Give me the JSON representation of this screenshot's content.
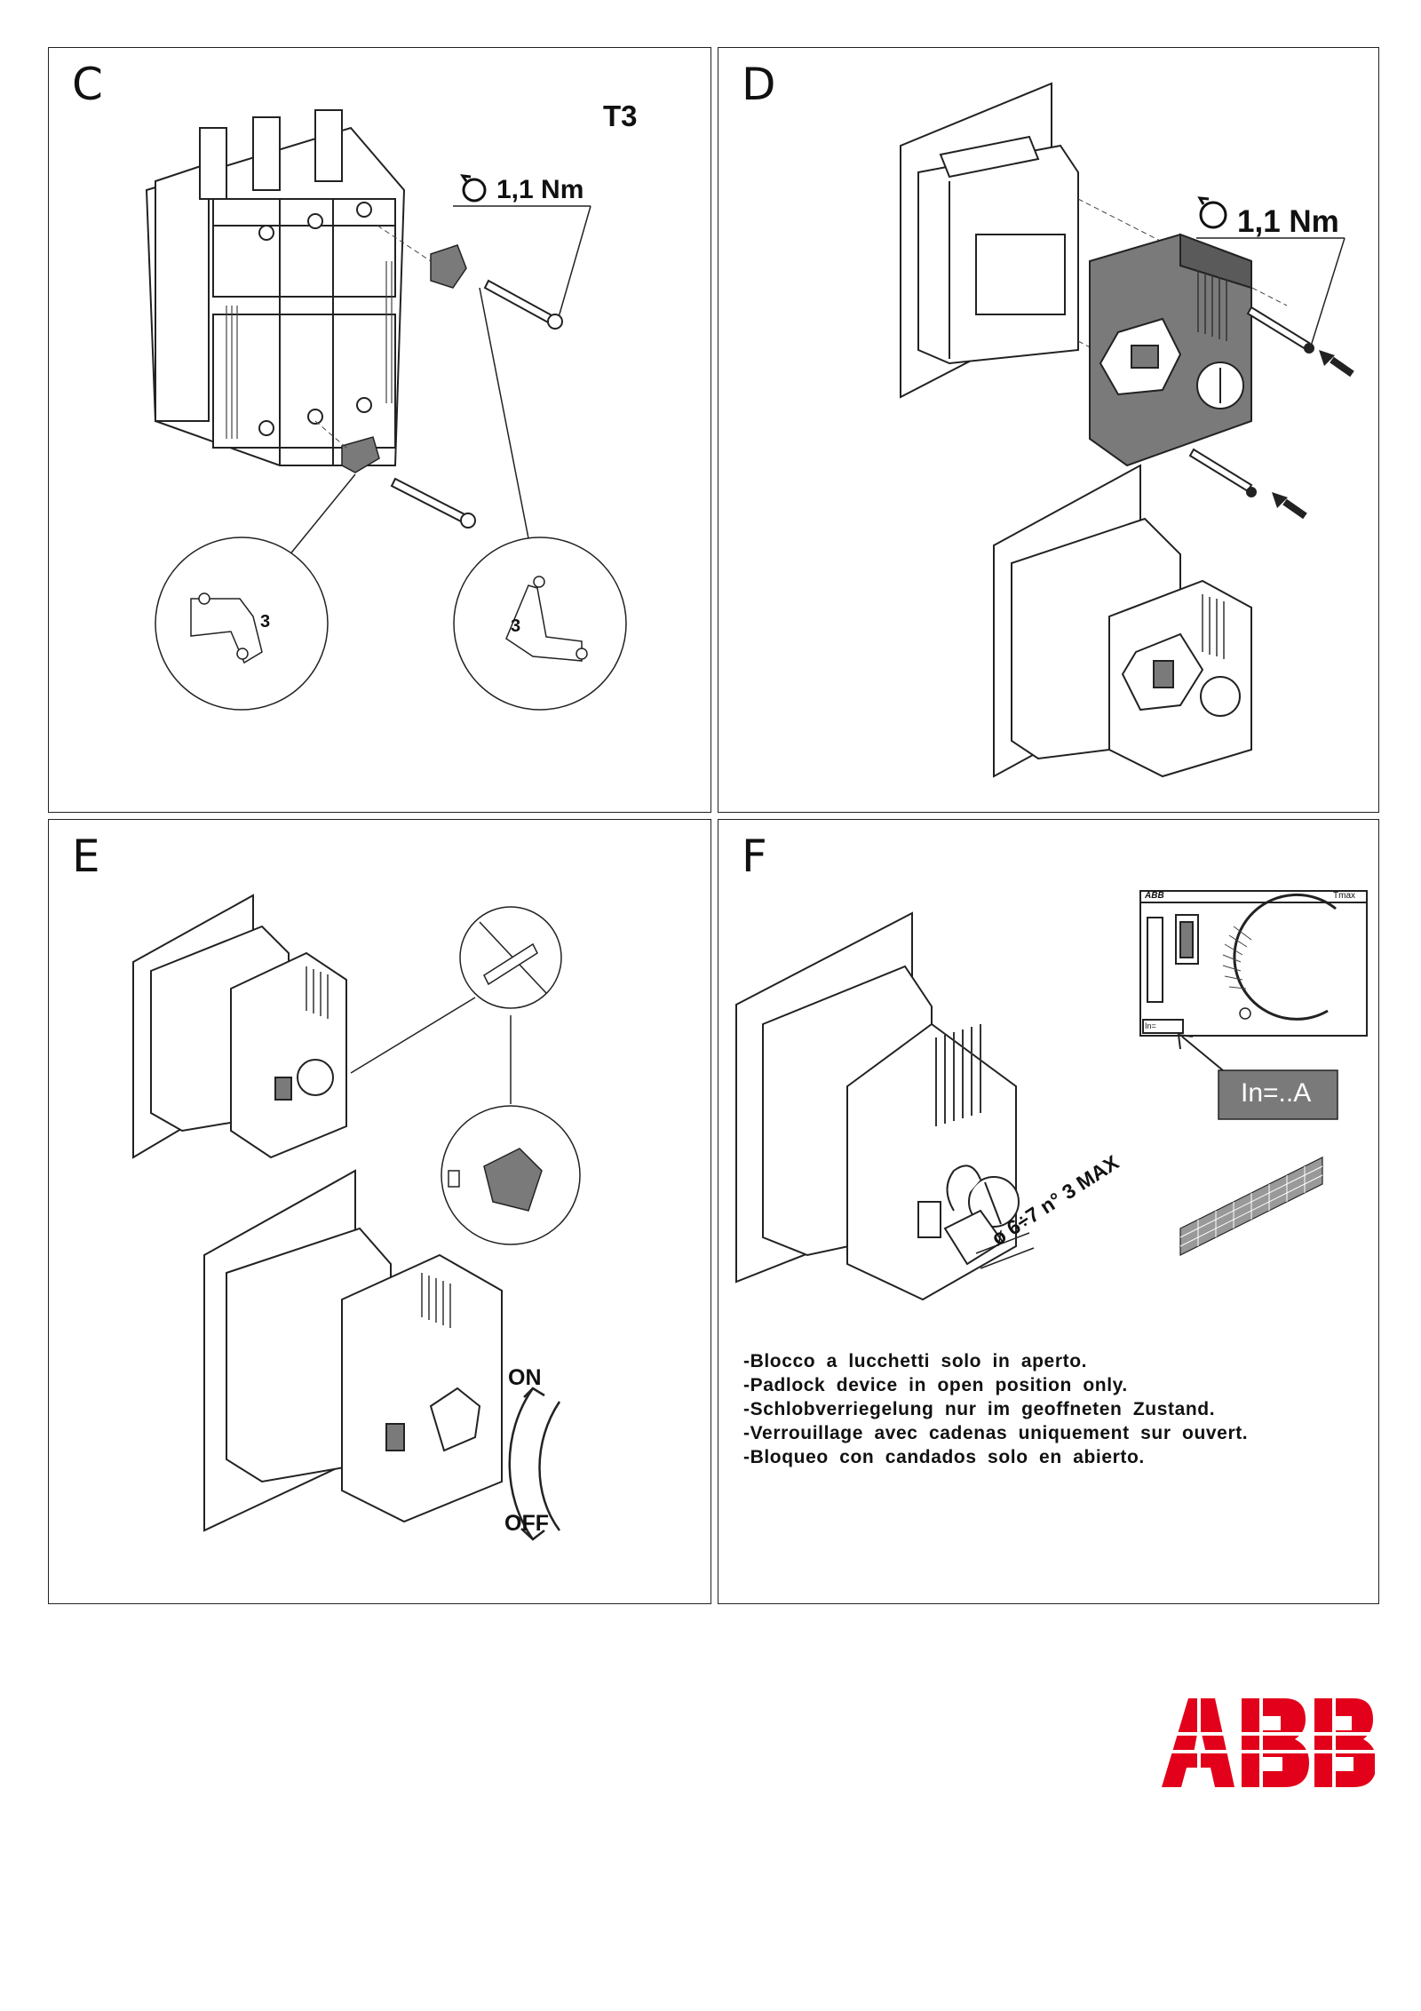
{
  "panels": {
    "c": {
      "letter": "C",
      "model": "T3",
      "torque": "1,1 Nm",
      "detail_left_num": "3",
      "detail_right_num": "3"
    },
    "d": {
      "letter": "D",
      "torque": "1,1 Nm"
    },
    "e": {
      "letter": "E",
      "on_label": "ON",
      "off_label": "OFF"
    },
    "f": {
      "letter": "F",
      "rating_label": "In=..A",
      "padlock_dim": "ø 6÷7 n° 3 MAX",
      "nameplate_brand": "ABB",
      "nameplate_product": "Tmax",
      "nameplate_in": "In=",
      "captions": [
        "-Blocco a lucchetti solo in aperto.",
        "-Padlock device in open position only.",
        "-Schlobverriegelung nur im geoffneten Zustand.",
        "-Verrouillage avec cadenas uniquement sur ouvert.",
        "-Bloqueo con candados solo en abierto."
      ]
    }
  },
  "logo": {
    "text": "ABB",
    "color": "#e2001a"
  },
  "colors": {
    "part_gray": "#7a7a7a",
    "dark_gray": "#555555",
    "line": "#222222"
  }
}
